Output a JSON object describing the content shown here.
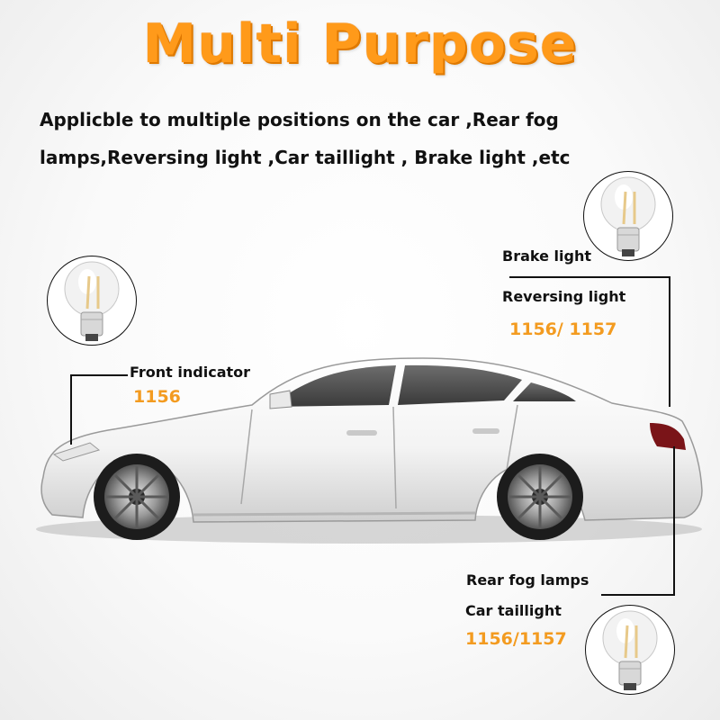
{
  "title": "Multi Purpose",
  "description": "Applicble to multiple positions on the car ,Rear fog lamps,Reversing light ,Car taillight , Brake light ,etc",
  "callouts": {
    "front": {
      "label": "Front indicator",
      "code": "1156"
    },
    "rear_top": {
      "label1": "Brake light",
      "label2": "Reversing light",
      "code": "1156/ 1157"
    },
    "rear_bottom": {
      "label1": "Rear fog lamps",
      "label2": "Car taillight",
      "code": "1156/1157"
    }
  },
  "colors": {
    "title": "#ff9a1a",
    "code": "#f39b20",
    "text": "#111111"
  },
  "icons": [
    "filament-bulb-icon",
    "white-sedan-car"
  ]
}
